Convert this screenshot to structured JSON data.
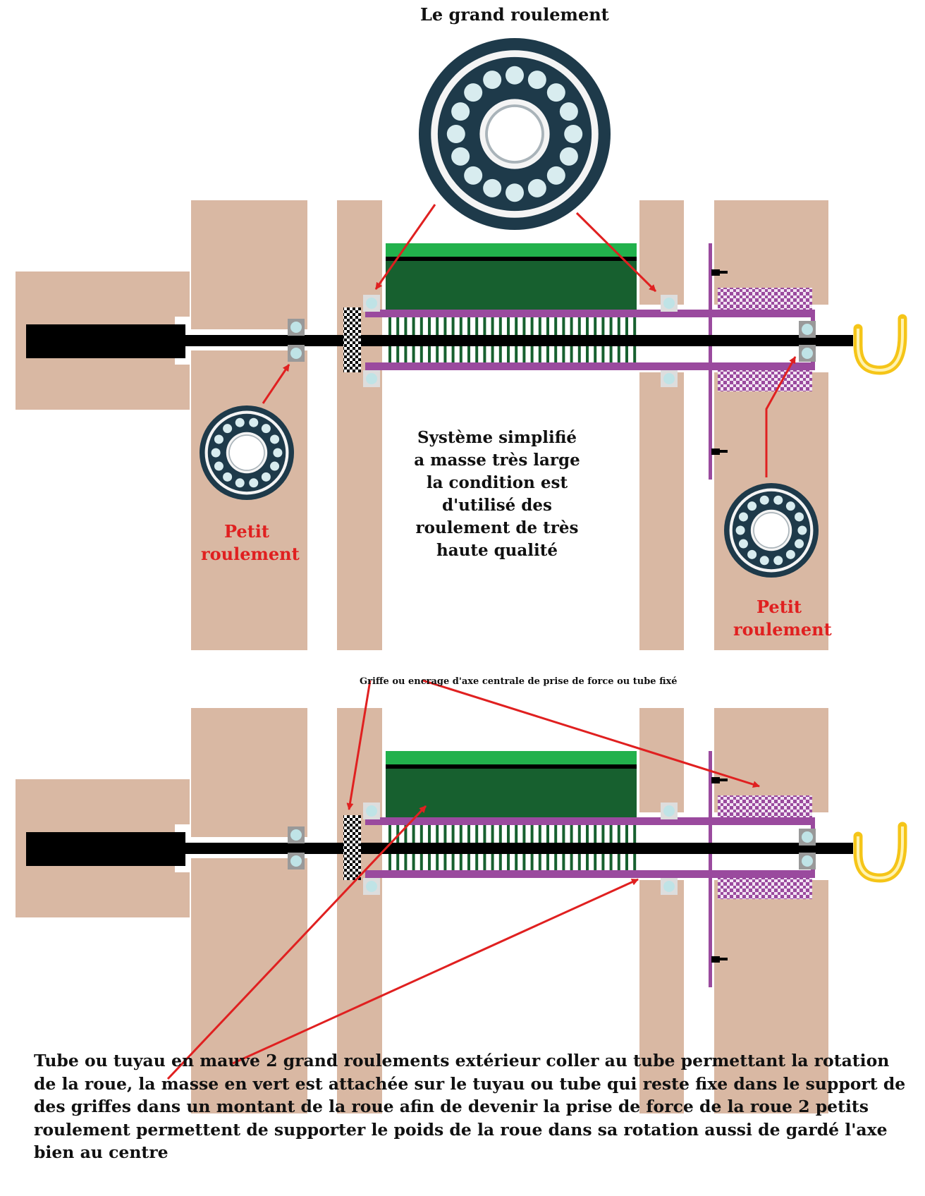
{
  "labels": {
    "title": "Le grand roulement",
    "center_note": [
      "Système simplifié",
      "a masse très large",
      "la condition est",
      "d'utilisé des",
      "roulement de très",
      "haute qualité"
    ],
    "petit_left": [
      "Petit",
      "roulement"
    ],
    "petit_right": [
      "Petit",
      "roulement"
    ],
    "griffe": "Griffe ou encrage d'axe centrale de prise de force ou tube fixé",
    "bottom_note": [
      "Tube ou tuyau en mauve 2 grand roulements extérieur coller au tube permettant la rotation",
      "de la roue, la masse en vert est attachée sur le tuyau ou tube qui reste fixe dans le support de",
      "des griffes dans un  montant de la roue afin de devenir la prise de force de la roue 2 petits",
      "roulement permettent de supporter le poids de la roue dans sa rotation aussi de gardé l'axe",
      "bien au centre"
    ]
  },
  "colors": {
    "support": "#d9b8a3",
    "shaft": "#000000",
    "tube": "#9a4a9e",
    "mass_dark": "#17602f",
    "mass_light": "#22b14c",
    "arrow": "#e02020",
    "bearing_ring": "#1e3a4a",
    "ball": "#d8ecef",
    "hook": "#f5c518"
  }
}
